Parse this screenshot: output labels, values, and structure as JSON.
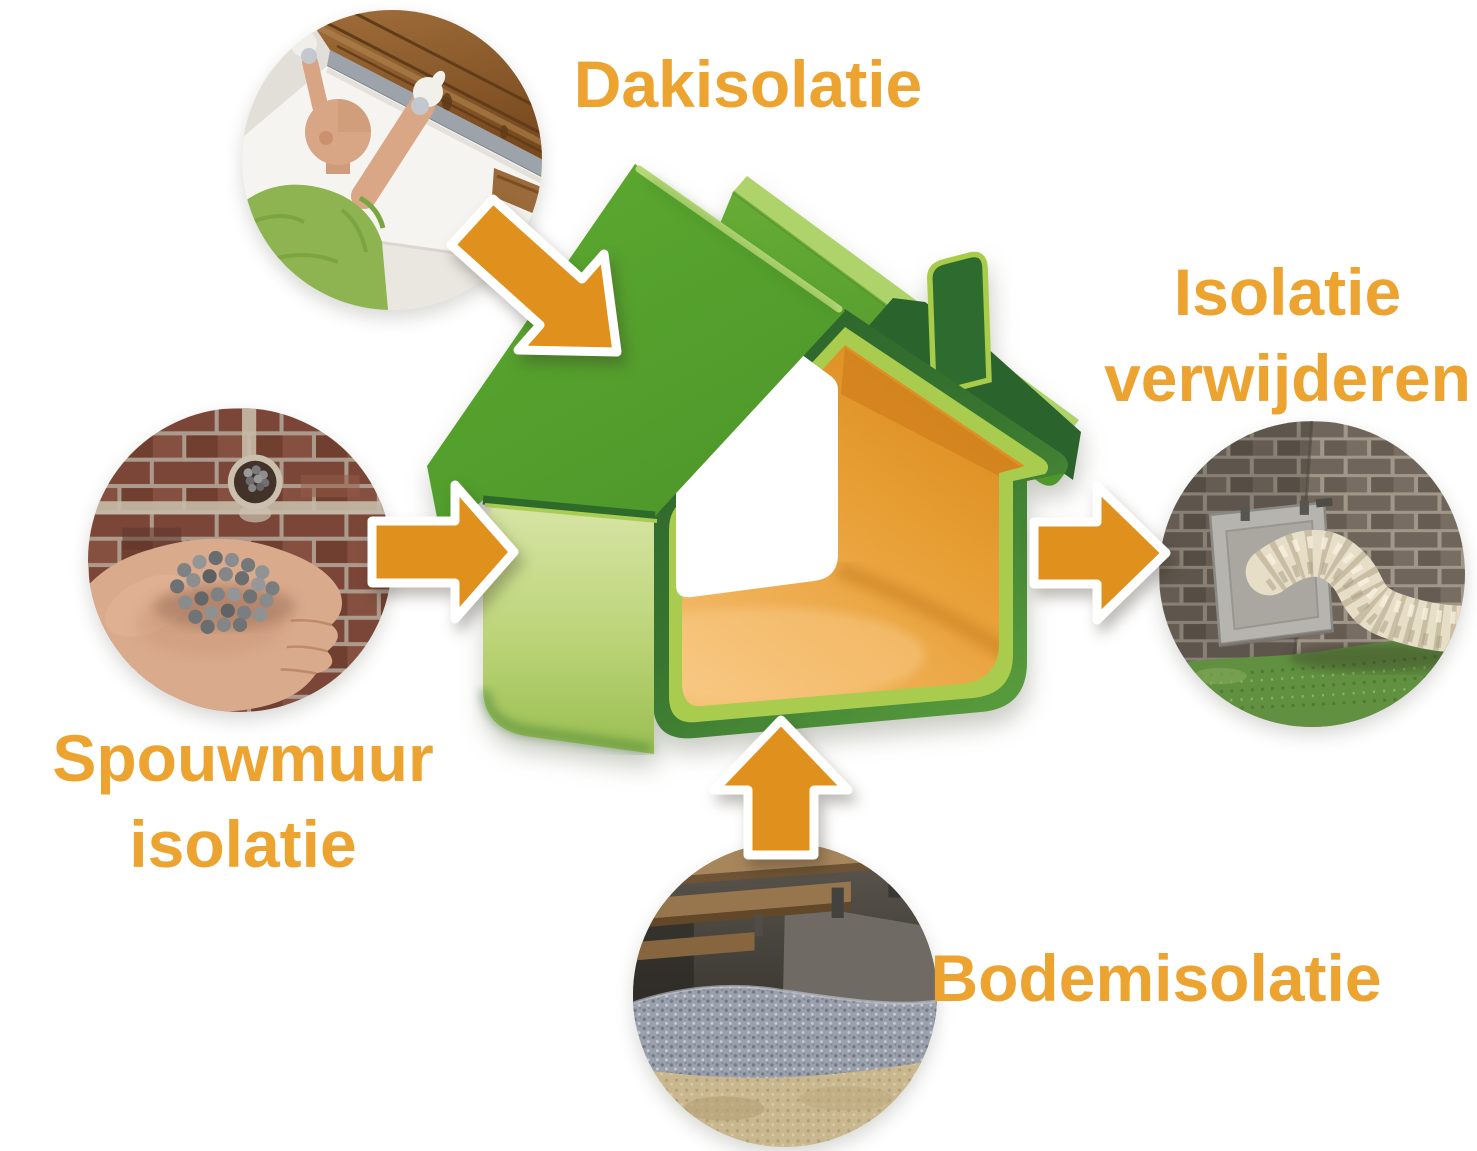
{
  "diagram": {
    "background": "#FFFFFF",
    "language": "nl",
    "center_illustration": {
      "name": "green-house-cutaway",
      "description": "3D cutaway illustration of a green house with chimney; orange interior visible through the open cross-section, pale green side wall and two green roof planes"
    },
    "nodes": {
      "dakisolatie": {
        "label": "Dakisolatie",
        "position": "top-left",
        "photo": "Installer in a green shirt with white gloves fitting a white insulation panel against sloped wooden roof boarding",
        "arrow": "orange arrow pointing from photo down-right to the house roof"
      },
      "spouwmuur": {
        "line1": "Spouwmuur",
        "line2": "isolatie",
        "position": "left",
        "photo": "Open hand holding grey insulation beads in front of a brick wall with a bead-filled drill hole",
        "arrow": "orange arrow pointing right from photo to the house wall"
      },
      "bodemisolatie": {
        "label": "Bodemisolatie",
        "position": "bottom",
        "photo": "Crawl space with a layer of grey insulation granules on sandy ground beneath wooden floor joists",
        "arrow": "orange arrow pointing up from photo to the house floor"
      },
      "verwijderen": {
        "line1": "Isolatie",
        "line2": "verwijderen",
        "position": "right",
        "photo": "Flexible suction hose coming out of an open crawl-space hatch in a brick wall corner above grass",
        "arrow": "orange arrow pointing right from the house to the photo"
      }
    },
    "colors": {
      "label_orange": "#ECA32F",
      "arrow_orange": "#E0911D",
      "roof_green": "#55A22E",
      "lime_green": "#A9CC4E",
      "dark_green": "#2B672D",
      "pale_wall_green": "#BCD478",
      "interior_orange": "#E8A23C"
    }
  }
}
